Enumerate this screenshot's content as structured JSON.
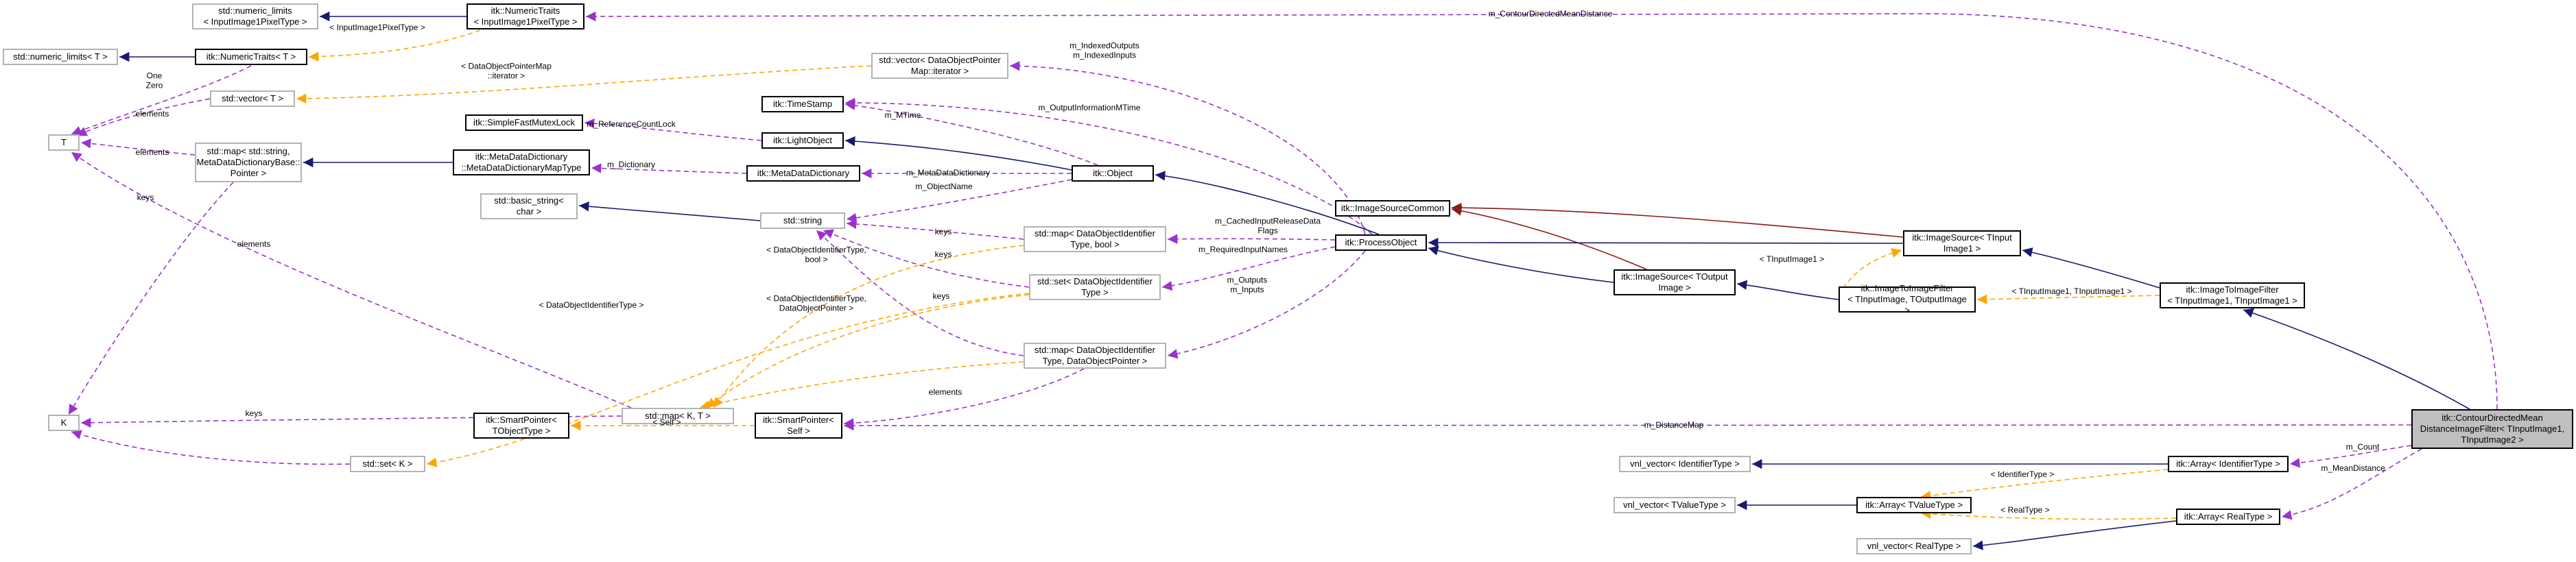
{
  "nodes": {
    "limits_pixel": "std::numeric_limits\n< InputImage1PixelType >",
    "numtraits_pixel": "itk::NumericTraits\n< InputImage1PixelType >",
    "numlimits_T": "std::numeric_limits< T >",
    "numtraits_T": "itk::NumericTraits< T >",
    "T": "T",
    "K": "K",
    "vector_T": "std::vector< T >",
    "map_meta": "std::map< std::string,\nMetaDataDictionaryBase::\nPointer >",
    "meta_dict_map": "itk::MetaDataDictionary\n::MetaDataDictionaryMapType",
    "basic_string": "std::basic_string<\nchar >",
    "std_string": "std::string",
    "map_KT": "std::map< K, T >",
    "set_K": "std::set< K >",
    "fastmutex": "itk::SimpleFastMutexLock",
    "lightobject": "itk::LightObject",
    "metadatadict": "itk::MetaDataDictionary",
    "timestamp": "itk::TimeStamp",
    "object": "itk::Object",
    "vector_dop": "std::vector< DataObjectPointer\nMap::iterator >",
    "map_doid_bool": "std::map< DataObjectIdentifier\nType, bool >",
    "set_doid": "std::set< DataObjectIdentifier\nType >",
    "map_doid_dop": "std::map< DataObjectIdentifier\nType, DataObjectPointer >",
    "processobject": "itk::ProcessObject",
    "imagesourcecommon": "itk::ImageSourceCommon",
    "imagesource_out": "itk::ImageSource< TOutput\nImage >",
    "imagesource_in": "itk::ImageSource< TInput\nImage1 >",
    "i2i_out": "itk::ImageToImageFilter\n< TInputImage, TOutputImage >",
    "i2i_in": "itk::ImageToImageFilter\n< TInputImage1, TInputImage1 >",
    "focus": "itk::ContourDirectedMean\nDistanceImageFilter< TInputImage1,\nTInputImage2 >",
    "sp_tobj": "itk::SmartPointer<\nTObjectType >",
    "sp_self": "itk::SmartPointer<\nSelf >",
    "vnl_idtype": "vnl_vector< IdentifierType >",
    "arr_idtype": "itk::Array< IdentifierType >",
    "vnl_tvalue": "vnl_vector< TValueType >",
    "arr_tvalue": "itk::Array< TValueType >",
    "vnl_realtype": "vnl_vector< RealType >",
    "arr_realtype": "itk::Array< RealType >"
  },
  "edge_labels": {
    "contour_mean": "m_ContourDirectedMeanDistance",
    "input_pixel": "< InputImage1PixelType >",
    "one_zero": "One\nZero",
    "elements_vec": "elements",
    "dopmap_iter": "< DataObjectPointerMap\n::iterator >",
    "indexed": "m_IndexedOutputs\nm_IndexedInputs",
    "refcount": "m_ReferenceCountLock",
    "mtime": "m_MTime",
    "output_info": "m_OutputInformationMTime",
    "elements_map": "elements",
    "dictionary": "m_Dictionary",
    "metadict": "m_MetaDataDictionary",
    "objectname": "m_ObjectName",
    "keys_map": "keys",
    "keys_bool": "keys",
    "keys_set": "keys",
    "elements_KT": "elements",
    "keys_KT": "keys",
    "doid_bool": "< DataObjectIdentifierType,\nbool >",
    "keys_KT2": "keys",
    "doid": "< DataObjectIdentifierType >",
    "doid_dop": "< DataObjectIdentifierType,\nDataObjectPointer >",
    "cached": "m_CachedInputReleaseData\nFlags",
    "required": "m_RequiredInputNames",
    "outputs_inputs": "m_Outputs\nm_Inputs",
    "tinput_image1": "< TInputImage1 >",
    "tinput_pair": "< TInputImage1, TInputImage1 >",
    "elements_sp": "elements",
    "self": "< Self >",
    "distance_map": "m_DistanceMap",
    "count": "m_Count",
    "idtype": "< IdentifierType >",
    "mean_distance": "m_MeanDistance",
    "realtype": "< RealType >"
  },
  "colors": {
    "inherit": "#191970",
    "private_inherit": "#8b1a1a",
    "usage": "#9a32cd",
    "template": "#ffa500",
    "box_border": "#000000",
    "box_border_gray": "#b3b3b3",
    "focus_fill": "#bfbfbf"
  }
}
